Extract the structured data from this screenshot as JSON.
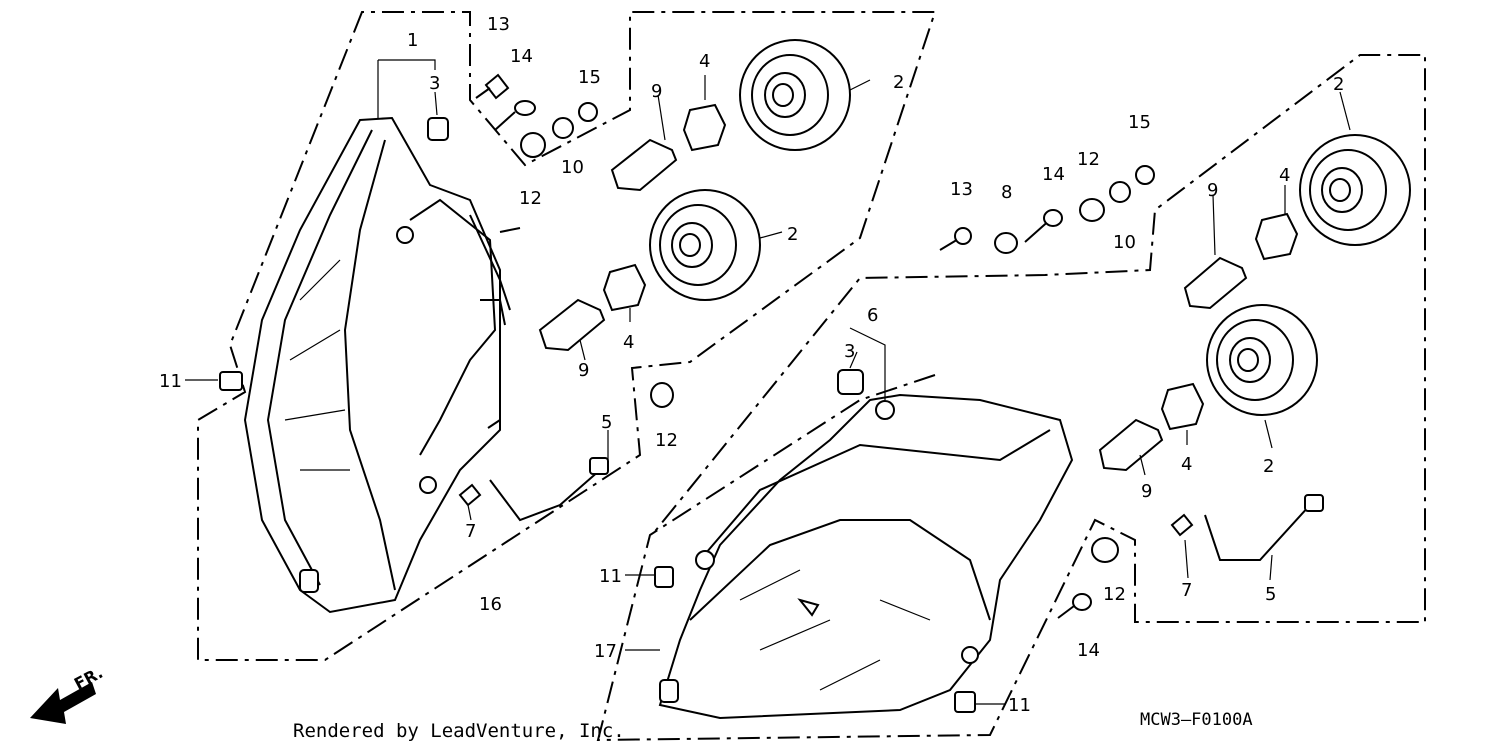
{
  "diagram": {
    "credit": "Rendered by LeadVenture, Inc.",
    "code": "MCW3—F0100A",
    "direction_label": "FR.",
    "callouts": [
      {
        "id": "c1",
        "label": "1"
      },
      {
        "id": "c2",
        "label": "2"
      },
      {
        "id": "c3",
        "label": "3"
      },
      {
        "id": "c4",
        "label": "4"
      },
      {
        "id": "c5",
        "label": "5"
      },
      {
        "id": "c6",
        "label": "6"
      },
      {
        "id": "c7",
        "label": "7"
      },
      {
        "id": "c8",
        "label": "8"
      },
      {
        "id": "c9",
        "label": "9"
      },
      {
        "id": "c10",
        "label": "10"
      },
      {
        "id": "c11",
        "label": "11"
      },
      {
        "id": "c12",
        "label": "12"
      },
      {
        "id": "c13",
        "label": "13"
      },
      {
        "id": "c14",
        "label": "14"
      },
      {
        "id": "c15",
        "label": "15"
      },
      {
        "id": "c16",
        "label": "16"
      },
      {
        "id": "c17",
        "label": "17"
      }
    ]
  }
}
